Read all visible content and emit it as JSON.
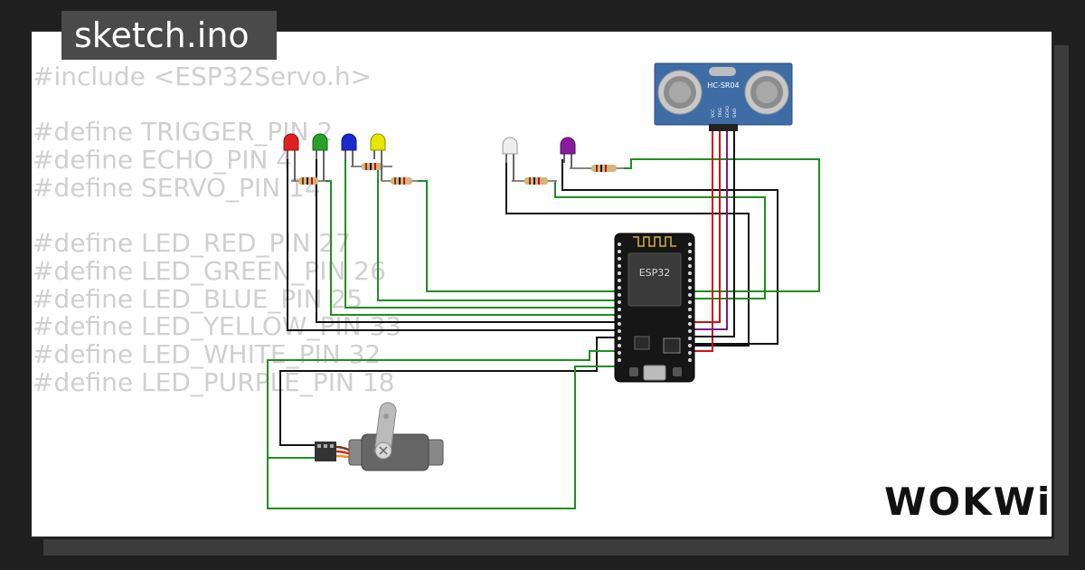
{
  "tab": {
    "title": "sketch.ino"
  },
  "code_lines": [
    "#include <ESP32Servo.h>",
    "",
    "#define TRIGGER_PIN 2",
    "#define ECHO_PIN 4",
    "#define SERVO_PIN 14",
    "",
    "#define LED_RED_PIN 27",
    "#define LED_GREEN_PIN 26",
    "#define LED_BLUE_PIN 25",
    "#define LED_YELLOW_PIN 33",
    "#define LED_WHITE_PIN 32",
    "#define LED_PURPLE_PIN 18"
  ],
  "board": {
    "label": "ESP32"
  },
  "sensor": {
    "label": "HC-SR04",
    "pins": [
      "VCC",
      "TRIG",
      "ECHO",
      "GND"
    ]
  },
  "logo": {
    "text": "WOKWi"
  },
  "colors": {
    "background": "#1f1f1f",
    "card": "#ffffff",
    "tab": "#4a4a4a",
    "code_text": "#d0d0d0",
    "wire_black": "#111111",
    "wire_green": "#1f8f1f",
    "wire_red": "#d01010",
    "wire_purple": "#7a1a8a",
    "sensor_blue": "#3e6da6",
    "led_red": "#e02020",
    "led_green": "#2aa02a",
    "led_blue": "#1a2ad0",
    "led_yellow": "#e6e600",
    "led_white": "#eeeeee",
    "led_purple": "#8a1aa0"
  }
}
